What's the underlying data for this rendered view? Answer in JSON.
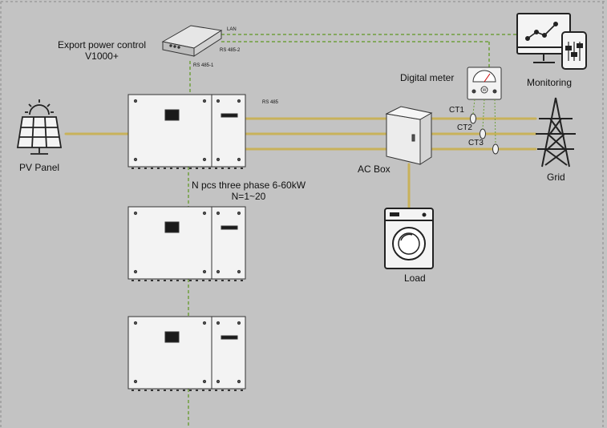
{
  "labels": {
    "export_control_title": "Export power control",
    "export_control_model": "V1000+",
    "lan": "LAN",
    "rs485_2": "RS 485-2",
    "rs485_1": "RS 485-1",
    "rs485": "RS 485",
    "digital_meter": "Digital meter",
    "monitoring": "Monitoring",
    "pv_panel": "PV Panel",
    "ac_box": "AC Box",
    "ct1": "CT1",
    "ct2": "CT2",
    "ct3": "CT3",
    "grid": "Grid",
    "inverter_desc": "N pcs three phase 6-60kW",
    "inverter_count": "N=1~20",
    "load": "Load"
  },
  "icons": {
    "pv_panel": "solar-panel-icon",
    "export_controller": "router-box-icon",
    "inverter": "inverter-icon",
    "meter": "meter-icon",
    "monitoring": "monitor-phone-icon",
    "ac_box": "cabinet-icon",
    "load": "washing-machine-icon",
    "grid": "power-tower-icon"
  },
  "colors": {
    "background": "#c3c3c3",
    "power_line": "#c8b25a",
    "comm_line": "#6fa03c"
  }
}
